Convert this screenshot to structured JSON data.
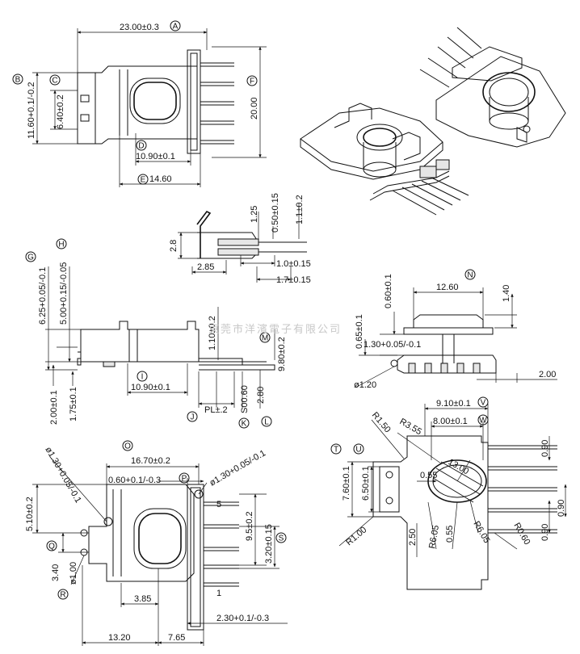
{
  "top_view": {
    "dims": {
      "width_total": "23.00±0.3",
      "height_b": "11.60+0.1/-0.2",
      "height_c": "6.40±0.2",
      "height_f": "20.00",
      "inner_d": "10.90±0.1",
      "width_e": "14.60"
    },
    "markers": {
      "a": "A",
      "b": "B",
      "c": "C",
      "d": "D",
      "e": "E",
      "f": "F"
    }
  },
  "pin_detail": {
    "dims": {
      "h28": "2.8",
      "w285": "2.85",
      "h125": "1.25",
      "h050": "0.50±0.15",
      "h11": "1.1±0.2",
      "w10": "1.0±0.15",
      "w17": "1.7±0.15"
    }
  },
  "side_view": {
    "dims": {
      "g": "6.25+0.05/-0.1",
      "h": "5.00+0.15/-0.05",
      "h110": "1.10±0.2",
      "i": "10.90±0.1",
      "h200": "2.00±0.1",
      "h175": "1.75±0.1",
      "pl": "PL±.2",
      "s": "S00.60",
      "h280": "2.80",
      "m": "9.80±0.2"
    },
    "markers": {
      "g": "G",
      "h": "H",
      "i": "I",
      "j": "J",
      "k": "K",
      "l": "L",
      "m": "M"
    }
  },
  "front_view": {
    "dims": {
      "n": "12.60",
      "h140": "1.40",
      "h060": "0.60±0.1",
      "h065": "0.65±0.1",
      "w130": "1.30+0.05/-0.1",
      "d120": "ø1.20",
      "w200": "2.00"
    },
    "markers": {
      "n": "N"
    }
  },
  "bottom_view": {
    "dims": {
      "o": "16.70±0.2",
      "p": "0.60+0.1/-0.3",
      "hole_left": "ø1.30+0.05/-0.1",
      "hole_right": "ø1.30+0.05/-0.1",
      "h510": "5.10±0.2",
      "h95": "9.5±0.2",
      "s": "3.20±0.15",
      "q": "3.40",
      "r": "ø1.00",
      "w385": "3.85",
      "w1320": "13.20",
      "w765": "7.65",
      "w230": "2.30+0.1/-0.3",
      "pin5": "5",
      "pin1": "1"
    },
    "markers": {
      "o": "O",
      "p": "P",
      "q": "Q",
      "r": "R",
      "s": "S"
    }
  },
  "core_view": {
    "dims": {
      "v": "9.10±0.1",
      "w": "8.00±0.1",
      "r150": "R1.50",
      "r355": "R3.55",
      "t": "7.60±0.1",
      "u": "6.50±0.1",
      "w055": "0.55",
      "d1300": "13.00",
      "r100": "R1.00",
      "h250": "2.50",
      "r605a": "R6.05",
      "w055b": "0.55",
      "r605b": "R6.05",
      "r060": "R0.60",
      "p090a": "0.90",
      "p090b": "0.90",
      "p090c": "0.90"
    },
    "markers": {
      "t": "T",
      "u": "U",
      "v": "V",
      "w": "W"
    }
  },
  "watermark": "東莞市洋濱電子有限公司"
}
